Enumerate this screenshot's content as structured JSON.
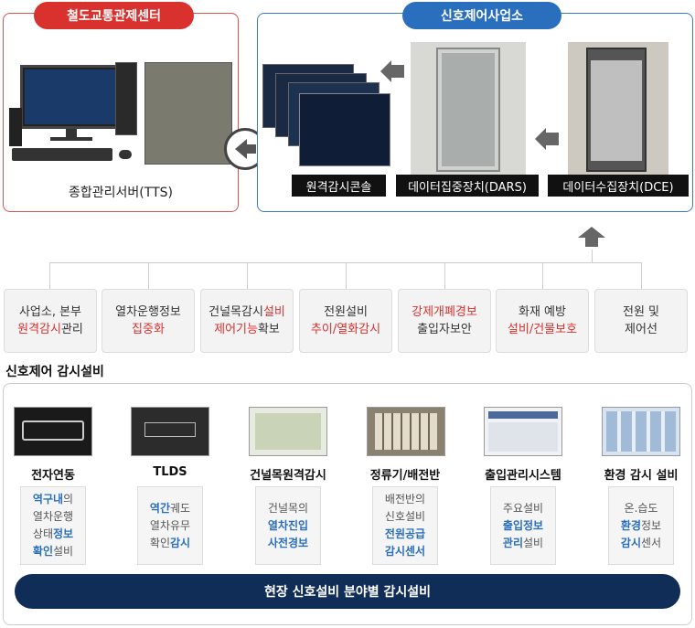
{
  "top": {
    "control_center_label": "철도교통관제센터",
    "signal_office_label": "신호제어사업소",
    "tts_caption": "종합관리서버(TTS)",
    "remote_console_caption": "원격감시콘솔",
    "dars_caption": "데이터집중장치(DARS)",
    "dce_caption": "데이터수집장치(DCE)"
  },
  "functions": [
    {
      "line1": "사업소, 본부",
      "line2a": "원격감시",
      "line2b": "관리"
    },
    {
      "line1": "열차운행정보",
      "line2a": "집중화",
      "line2b": ""
    },
    {
      "line1a": "건널목감시",
      "line1b": "설비",
      "line2a": "제어기능",
      "line2b": "확보"
    },
    {
      "line1": "전원설비",
      "line2a": "추이/열화감시",
      "line2b": ""
    },
    {
      "line1a": "강제개폐경보",
      "line2": "출입자보안"
    },
    {
      "line1": "화재 예방",
      "line2a": "설비/건물보호",
      "line2b": ""
    },
    {
      "line1": "전원 및",
      "line2": "제어선"
    }
  ],
  "section_title": "신호제어 감시설비",
  "equipment": [
    {
      "title": "전자연동",
      "d1a": "역구내",
      "d1b": "의",
      "d2": "열차운행",
      "d3a": "상태",
      "d3b": "정보",
      "d4a": "확인",
      "d4b": "설비"
    },
    {
      "title": "TLDS",
      "d1a": "역간",
      "d1b": "궤도",
      "d2": "열차유무",
      "d3a": "확인",
      "d3b": "감시"
    },
    {
      "title": "건널목원격감시",
      "d1": "건널목의",
      "d2": "열차진입",
      "d3": "사전경보"
    },
    {
      "title": "정류기/배전반",
      "d1": "배전반의",
      "d2": "신호설비",
      "d3": "전원공급",
      "d4": "감시센서"
    },
    {
      "title": "출입관리시스템",
      "d1": "주요설비",
      "d2": "출입정보",
      "d3a": "관리",
      "d3b": "설비"
    },
    {
      "title": "환경 감시 설비",
      "d1": "온.습도",
      "d2a": "환경",
      "d2b": "정보",
      "d3a": "감시",
      "d3b": "센서"
    }
  ],
  "bottom_label": "현장 신호설비 분야별 감시설비",
  "colors": {
    "red": "#d9312e",
    "blue": "#2a6fbe",
    "navy": "#0f2d57"
  }
}
